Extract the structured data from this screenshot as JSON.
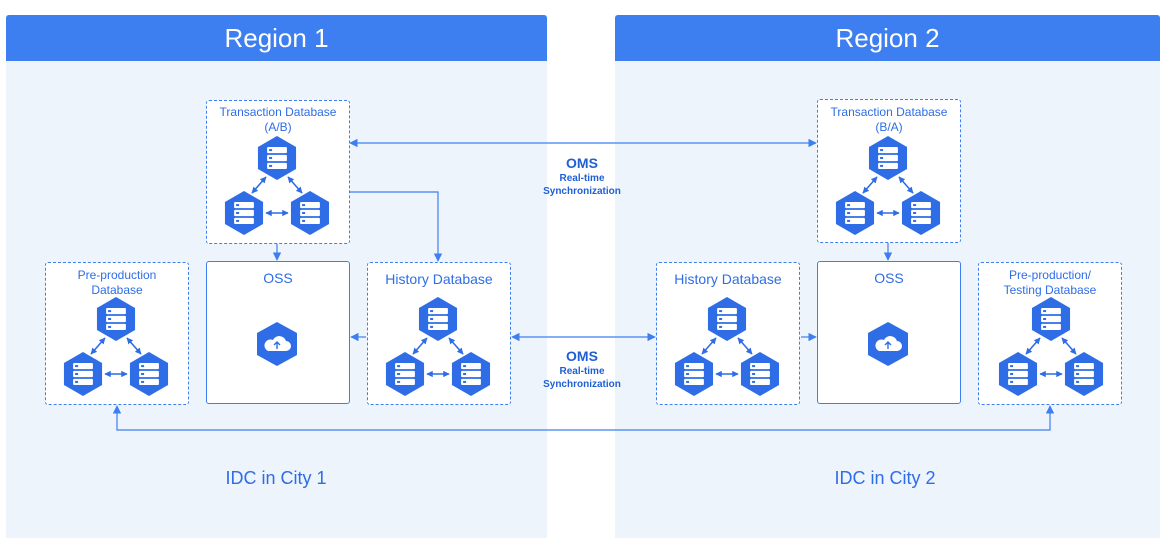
{
  "regions": [
    {
      "title": "Region 1",
      "idc": "IDC in City 1"
    },
    {
      "title": "Region 2",
      "idc": "IDC in City 2"
    }
  ],
  "region1": {
    "transaction": {
      "line1": "Transaction Database",
      "line2": "(A/B)"
    },
    "oss": "OSS",
    "history": "History Database",
    "preprod": {
      "line1": "Pre-production",
      "line2": "Database"
    }
  },
  "region2": {
    "transaction": {
      "line1": "Transaction Database",
      "line2": "(B/A)"
    },
    "oss": "OSS",
    "history": "History Database",
    "preprod": {
      "line1": "Pre-production/",
      "line2": "Testing Database"
    }
  },
  "sync": [
    {
      "title": "OMS",
      "line1": "Real-time",
      "line2": "Synchronization"
    },
    {
      "title": "OMS",
      "line1": "Real-time",
      "line2": "Synchronization"
    }
  ],
  "colors": {
    "accent": "#3d7ef0",
    "region_bg": "#eef4fc",
    "icon": "#2e6de6"
  }
}
